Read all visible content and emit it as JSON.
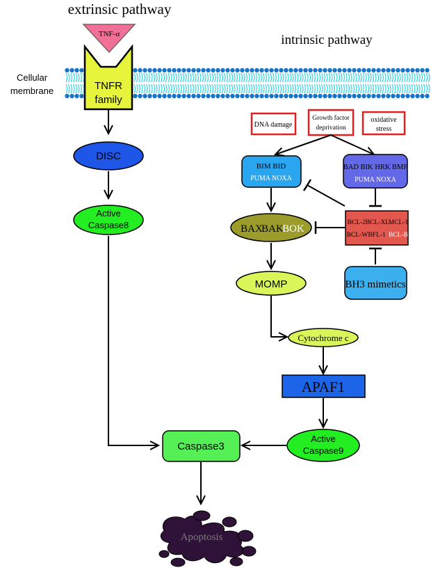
{
  "titles": {
    "extrinsic": "extrinsic pathway",
    "intrinsic": "intrinsic pathway"
  },
  "membrane": {
    "line1": "Cellular",
    "line2": "membrane"
  },
  "extrinsic": {
    "ligand": "TNF-α",
    "receptor_line1": "TNFR",
    "receptor_line2": "family",
    "disc": "DISC",
    "casp8_line1": "Active",
    "casp8_line2": "Caspase8"
  },
  "stimuli": {
    "dna": "DNA damage",
    "growth_line1": "Growth factor",
    "growth_line2": "deprivation",
    "oxid_line1": "oxidative",
    "oxid_line2": "stress"
  },
  "bh3": {
    "activators_line1": "BIM BID",
    "activators_line2": "PUMA NOXA",
    "sensitizers_line1": "BAD BIK HRK BMF",
    "sensitizers_line2": "PUMA NOXA"
  },
  "effectors": {
    "bax": "BAX",
    "bak": "BAK",
    "bok": "BOK"
  },
  "antiapoptotic": {
    "bcl2": "BCL-2",
    "bclxl": "BCL-XL",
    "mcl1": "MCL-1",
    "bclw": "BCL-W",
    "bfl1": "BFL-1",
    "bclb": "BCL-B"
  },
  "mimetics": "BH3 mimetics",
  "momp": "MOMP",
  "cytochrome": "Cytochrome c",
  "apaf1": "APAF1",
  "casp9_line1": "Active",
  "casp9_line2": "Caspase9",
  "caspase3": "Caspase3",
  "apoptosis": "Apoptosis",
  "colors": {
    "disc": "#1e56e8",
    "green": "#22ee22",
    "caspase3": "#55f055",
    "yellowgreen": "#d8f55a",
    "bax": "#9c9c2c",
    "bimbid": "#2aa6f0",
    "sensitizer": "#6268e8",
    "bcl": "#e2574e",
    "mimetics": "#3cb0ee",
    "apaf1": "#1c64e8",
    "tnf": "#f07098",
    "tnfr": "#e6f53c",
    "apoptosis": "#2e1238",
    "stimulus_border": "#e02020",
    "membrane_head": "#1874c8",
    "membrane_tail": "#2ad8e8"
  }
}
